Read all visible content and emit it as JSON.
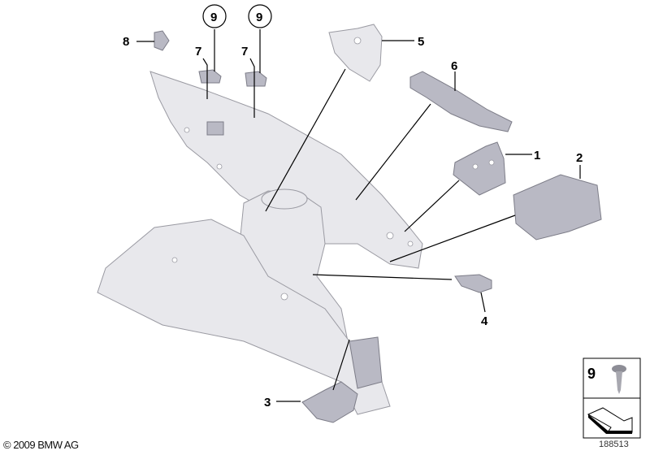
{
  "callouts": {
    "p1": "1",
    "p2": "2",
    "p3": "3",
    "p4": "4",
    "p5": "5",
    "p6": "6",
    "p7a": "7",
    "p7b": "7",
    "p8": "8",
    "p9a": "9",
    "p9b": "9"
  },
  "legend": {
    "screw_number": "9",
    "screw_icon": "screw-icon",
    "orientation_icon": "direction-arrow-icon"
  },
  "footer": {
    "copyright": "© 2009 BMW AG",
    "diagram_id": "188513"
  }
}
